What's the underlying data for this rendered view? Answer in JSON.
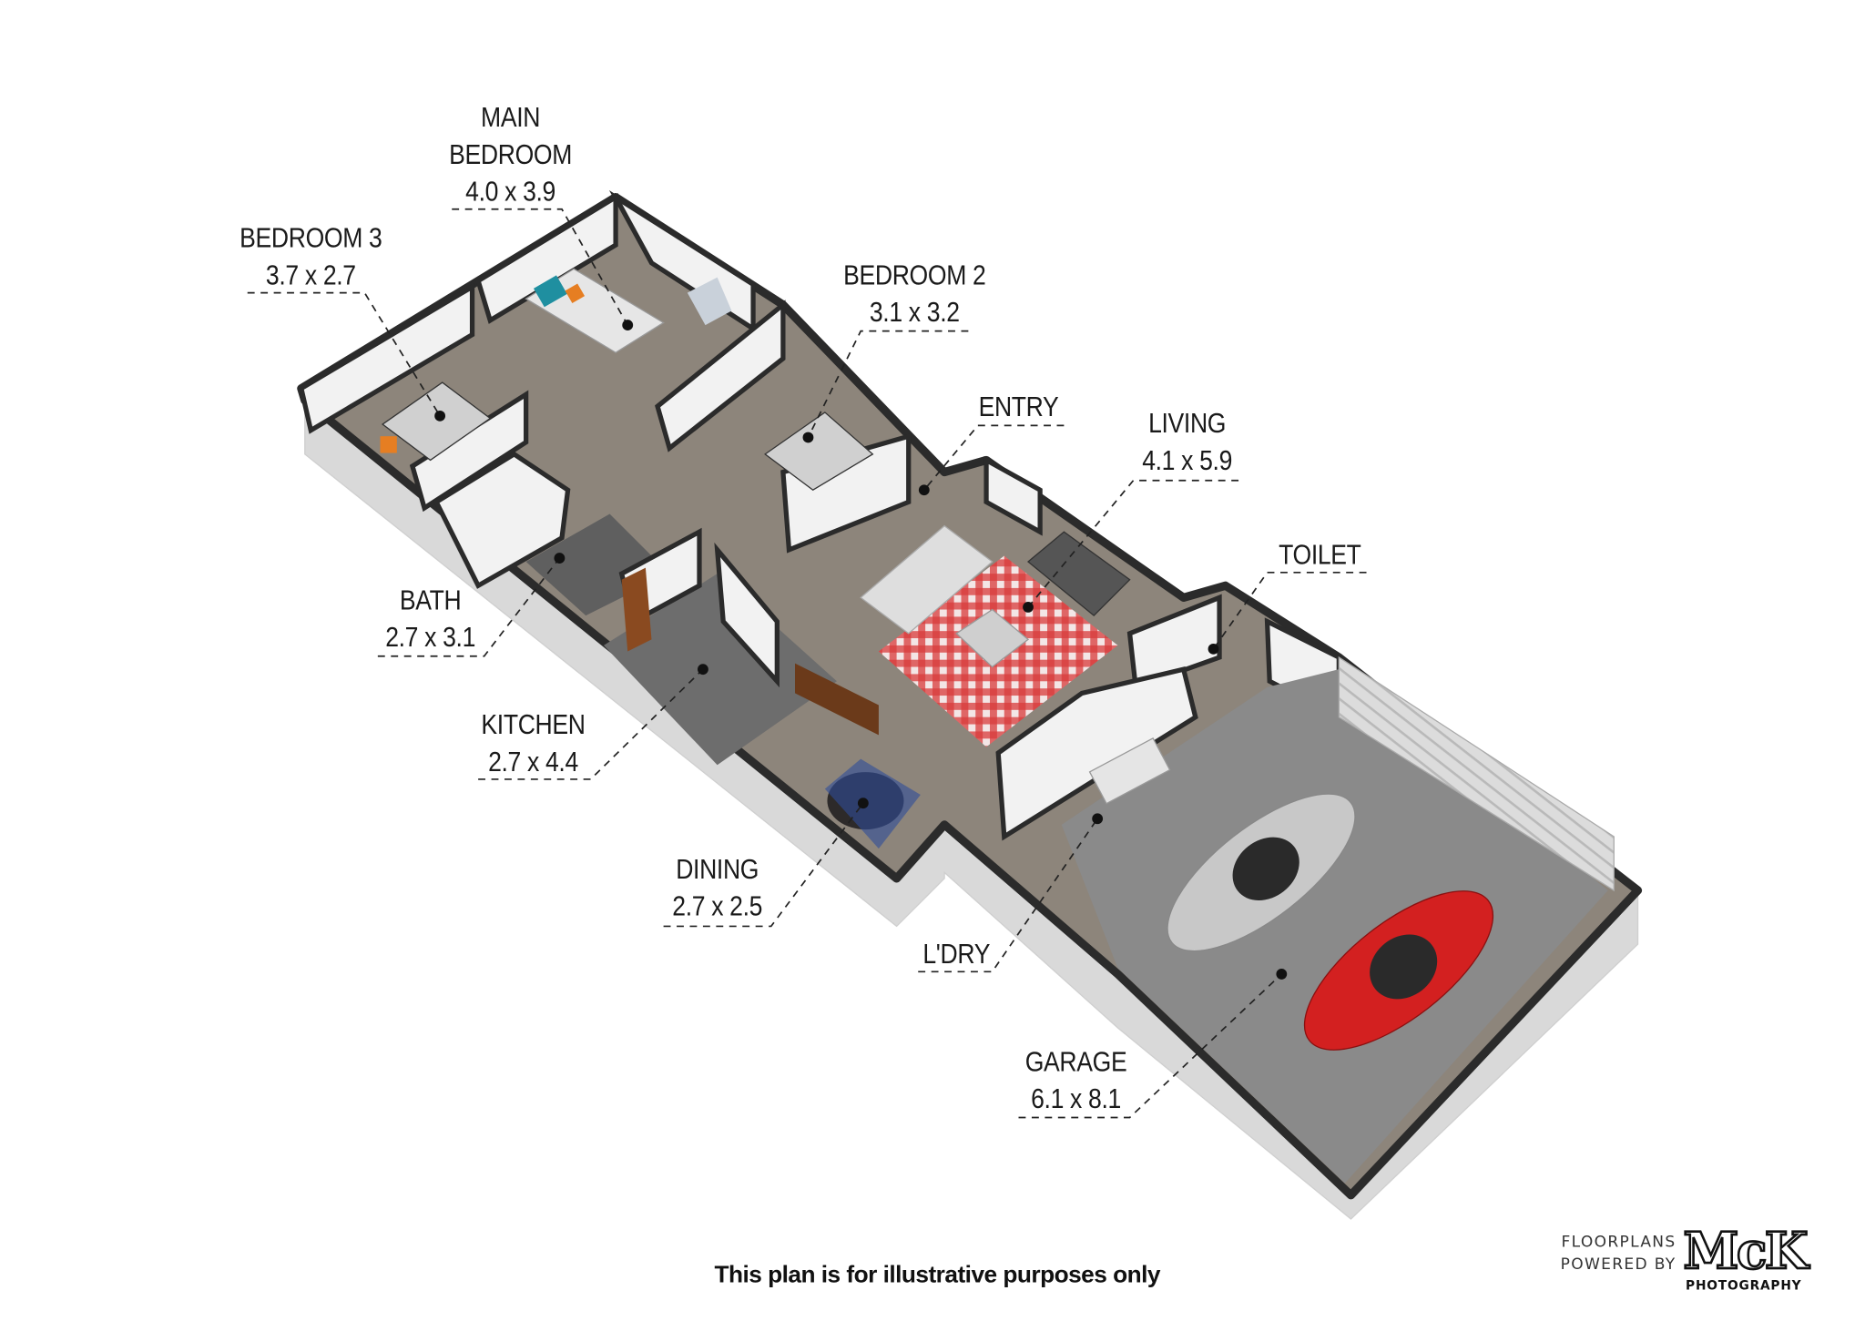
{
  "rooms": [
    {
      "name": "MAIN BEDROOM",
      "line1": "MAIN",
      "line2": "BEDROOM",
      "dims": "4.0 x 3.9"
    },
    {
      "name": "BEDROOM 3",
      "dims": "3.7 x 2.7"
    },
    {
      "name": "BEDROOM 2",
      "dims": "3.1 x 3.2"
    },
    {
      "name": "ENTRY"
    },
    {
      "name": "LIVING",
      "dims": "4.1 x 5.9"
    },
    {
      "name": "TOILET"
    },
    {
      "name": "BATH",
      "dims": "2.7 x 3.1"
    },
    {
      "name": "KITCHEN",
      "dims": "2.7 x 4.4"
    },
    {
      "name": "DINING",
      "dims": "2.7 x 2.5"
    },
    {
      "name": "L'DRY"
    },
    {
      "name": "GARAGE",
      "dims": "6.1 x 8.1"
    }
  ],
  "footer": "This plan is for illustrative purposes only",
  "logo": {
    "line1": "FLOORPLANS",
    "line2": "POWERED BY",
    "brand": "McK",
    "sub": "PHOTOGRAPHY"
  },
  "colors": {
    "floor": "#8d857b",
    "wall": "#2b2b2b",
    "garage_floor": "#8a8a8a",
    "rug": "#d83a3a",
    "car_red": "#d32020",
    "car_silver": "#c8c8c8"
  }
}
